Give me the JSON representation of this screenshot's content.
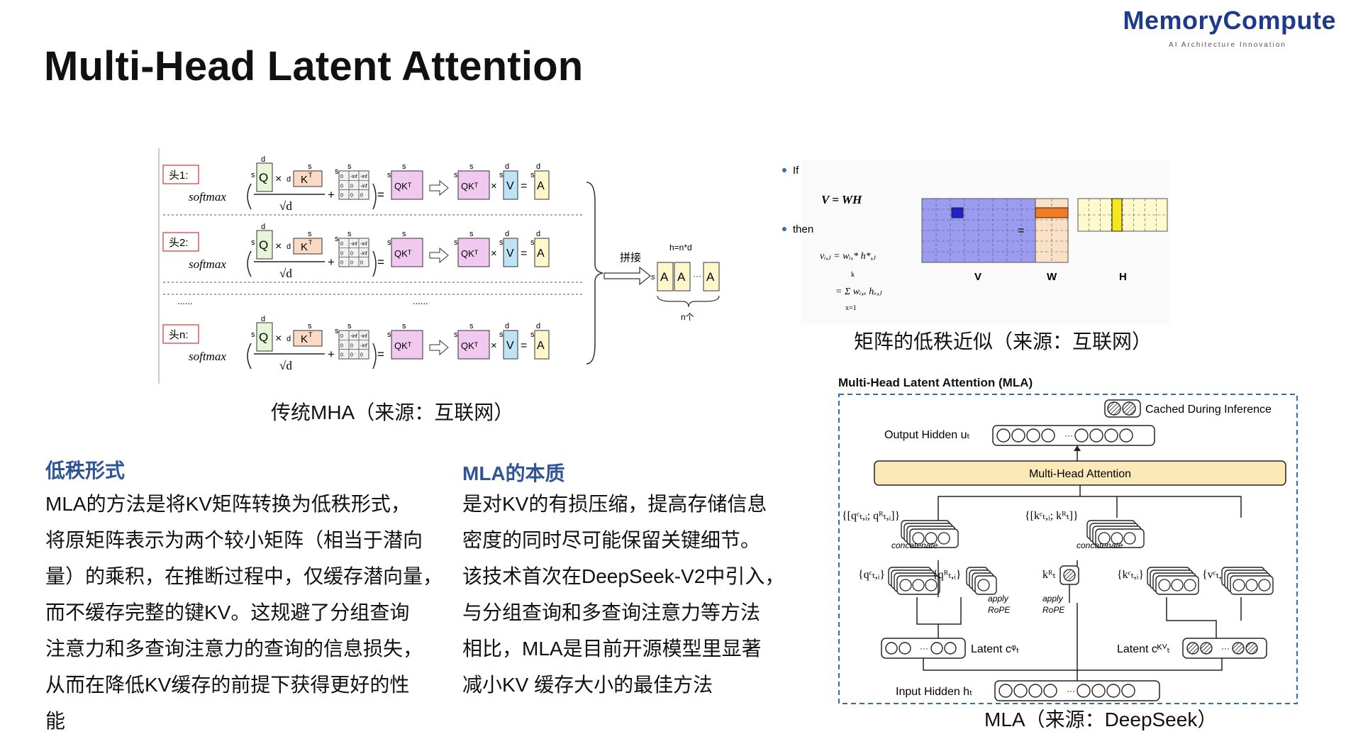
{
  "header": {
    "title": "Multi-Head Latent Attention",
    "logo_text": "MemoryCompute",
    "logo_tagline": "AI Architecture Innovation"
  },
  "mha_figure": {
    "caption": "传统MHA（来源：互联网）",
    "heads": [
      "头1:",
      "头2:",
      "头n:"
    ],
    "softmax": "softmax",
    "q": "Q",
    "k": "K",
    "kt": "T",
    "v": "V",
    "a": "A",
    "qk": "QKᵀ",
    "sqrt_d": "√d",
    "dim_s": "s",
    "dim_d": "d",
    "mask_values": [
      "0",
      "-inf",
      "-inf",
      "0",
      "0",
      "-inf",
      "0",
      "0",
      "0"
    ],
    "ellipsis": "......",
    "concat": "拼接",
    "h_eq": "h=n*d",
    "n_count": "n个",
    "dots": "···"
  },
  "lowrank_figure": {
    "caption": "矩阵的低秩近似（来源：互联网）",
    "bullet_if": "If",
    "bullet_then": "then",
    "eq1": "V = WH",
    "eq2": "vᵢ,ⱼ = wᵢ,* h*,ⱼ",
    "eq3": "= Σ wᵢ,ₓ hₓ,ⱼ",
    "sum_top": "k",
    "sum_bottom": "x=1",
    "labels": [
      "V",
      "W",
      "H"
    ],
    "eq_sign": "=",
    "colors": {
      "V": "#9b9cf0",
      "W": "#f4a460",
      "H": "#fffacd",
      "highlight_blue": "#2020d0",
      "highlight_orange": "#f47c20",
      "highlight_yellow": "#f5e61e"
    }
  },
  "mla_figure": {
    "title": "Multi-Head Latent Attention (MLA)",
    "caption": "MLA（来源：DeepSeek）",
    "legend": "Cached During Inference",
    "output_hidden": "Output Hidden uₜ",
    "mha_box": "Multi-Head Attention",
    "q_concat": "{[qᶜₜ,ᵢ; qᴿₜ,ᵢ]}",
    "k_concat": "{[kᶜₜ,ᵢ; kᴿₜ]}",
    "concatenate": "concatenate",
    "qc": "{qᶜₜ,ᵢ}",
    "qr": "{qᴿₜ,ᵢ}",
    "kr": "kᴿₜ",
    "kc": "{kᶜₜ,ᵢ}",
    "vc": "{vᶜₜ,ᵢ}",
    "apply": "apply",
    "rope": "RoPE",
    "latent_q": "Latent cᵠₜ",
    "latent_kv": "Latent cᴷⱽₜ",
    "input_hidden": "Input Hidden hₜ",
    "dots": "···",
    "colors": {
      "mha_fill": "#fbe9b7",
      "border": "#2f6fb5"
    }
  },
  "lowrank_section": {
    "heading": "低秩形式",
    "lines": [
      "MLA的方法是将KV矩阵转换为低秩形式，",
      "将原矩阵表示为两个较小矩阵（相当于潜向",
      "量）的乘积，在推断过程中，仅缓存潜向量，",
      "而不缓存完整的键KV。这规避了分组查询",
      "注意力和多查询注意力的查询的信息损失，",
      "从而在降低KV缓存的前提下获得更好的性",
      "能"
    ]
  },
  "essence_section": {
    "heading": "MLA的本质",
    "lines": [
      "是对KV的有损压缩，提高存储信息",
      "密度的同时尽可能保留关键细节。",
      "该技术首次在DeepSeek-V2中引入，",
      "与分组查询和多查询注意力等方法",
      "相比，MLA是目前开源模型里显著",
      "减小KV 缓存大小的最佳方法"
    ]
  }
}
